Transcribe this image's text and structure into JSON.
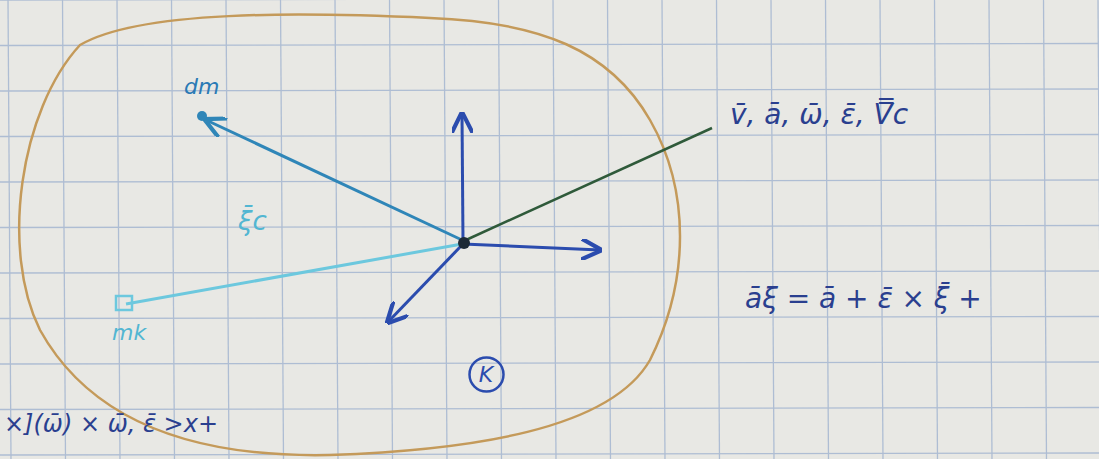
{
  "diagram": {
    "nodes": [
      {
        "text": [
          "K"
        ]
      }
    ],
    "labels": [
      "dm",
      "ξ̄c",
      "mk",
      "v̄, ā, ω̄, ε̄, V̿c",
      "āξ = ā + ε̄ × ξ̄ +",
      "×](ω̄) × ω̄, ε̄ >x+"
    ]
  }
}
